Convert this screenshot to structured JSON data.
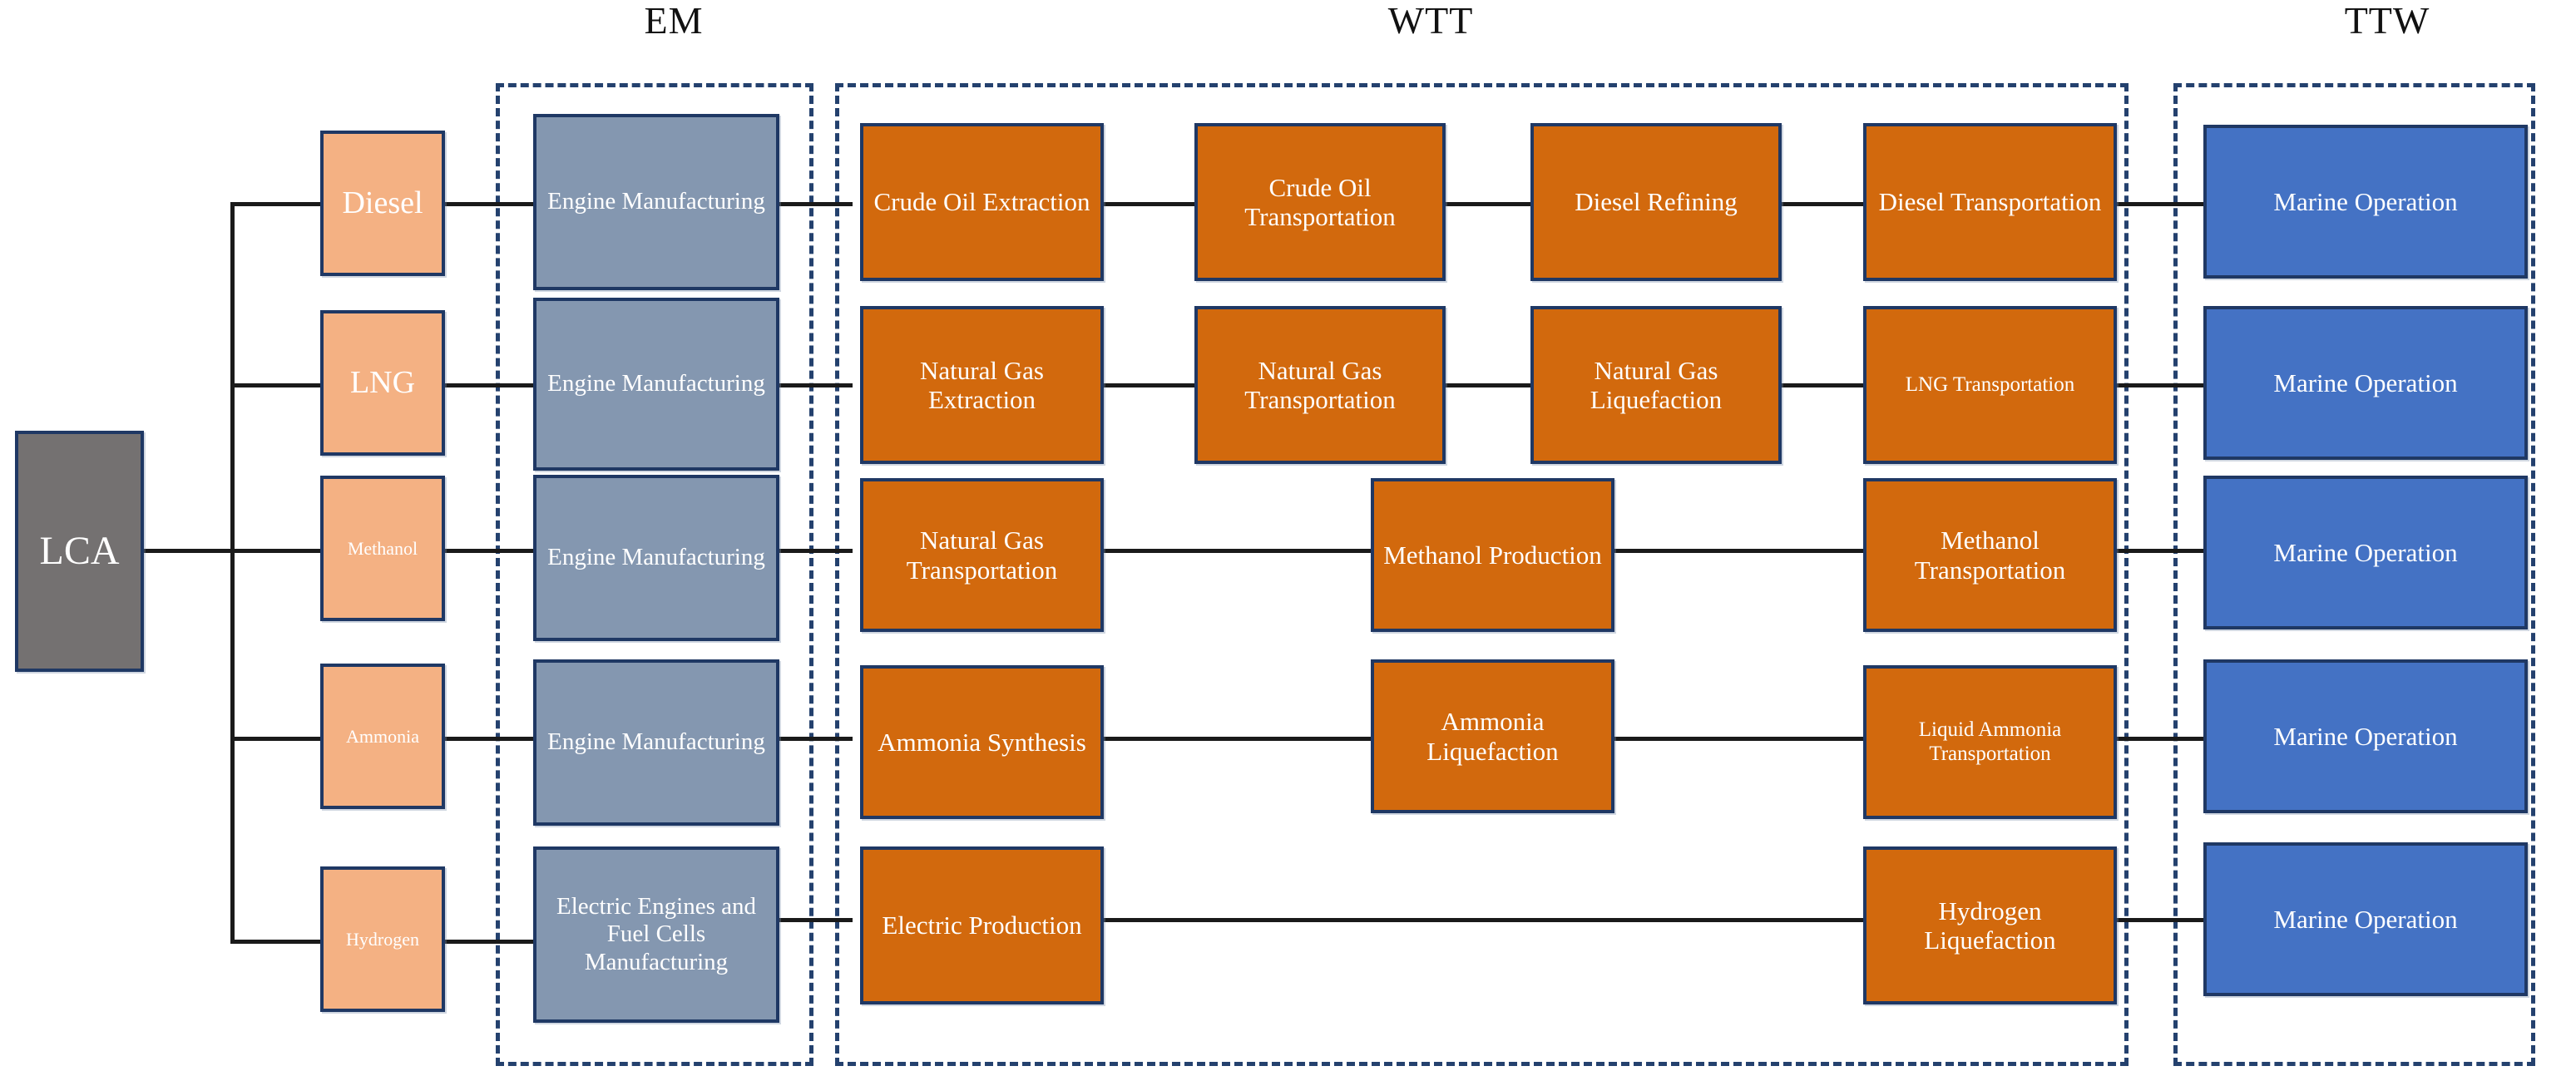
{
  "diagram": {
    "title_root": "LCA",
    "stage_headers": [
      {
        "id": "em",
        "label": "EM"
      },
      {
        "id": "wtt",
        "label": "WTT"
      },
      {
        "id": "ttw",
        "label": "TTW"
      }
    ],
    "colors": {
      "root": "#747171",
      "fuel": "#f4b183",
      "em": "#8497b0",
      "wtt": "#d2690d",
      "ttw": "#4472c4",
      "border": "#1f3864",
      "zone_dash": "#24416e",
      "connector": "#1a1a1a",
      "text_on_box": "#ffffff",
      "header_text": "#111111",
      "background": "#ffffff"
    },
    "fuels": [
      {
        "label": "Diesel"
      },
      {
        "label": "LNG"
      },
      {
        "label": "Methanol"
      },
      {
        "label": "Ammonia"
      },
      {
        "label": "Hydrogen"
      }
    ],
    "em_stage": [
      {
        "label": "Engine Manufacturing"
      },
      {
        "label": "Engine Manufacturing"
      },
      {
        "label": "Engine Manufacturing"
      },
      {
        "label": "Engine Manufacturing"
      },
      {
        "label": "Electric Engines and Fuel Cells Manufacturing"
      }
    ],
    "wtt_stage": [
      [
        "Crude Oil Extraction",
        "Crude Oil Transportation",
        "Diesel Refining",
        "Diesel Transportation"
      ],
      [
        "Natural Gas Extraction",
        "Natural Gas Transportation",
        "Natural Gas Liquefaction",
        "LNG Transportation"
      ],
      [
        "Natural Gas Transportation",
        "Methanol Production",
        "Methanol Transportation"
      ],
      [
        "Ammonia Synthesis",
        "Ammonia Liquefaction",
        "Liquid Ammonia Transportation"
      ],
      [
        "Electric Production",
        "Hydrogen Liquefaction"
      ]
    ],
    "ttw_stage": [
      {
        "label": "Marine Operation"
      },
      {
        "label": "Marine Operation"
      },
      {
        "label": "Marine Operation"
      },
      {
        "label": "Marine Operation"
      },
      {
        "label": "Marine Operation"
      }
    ]
  }
}
